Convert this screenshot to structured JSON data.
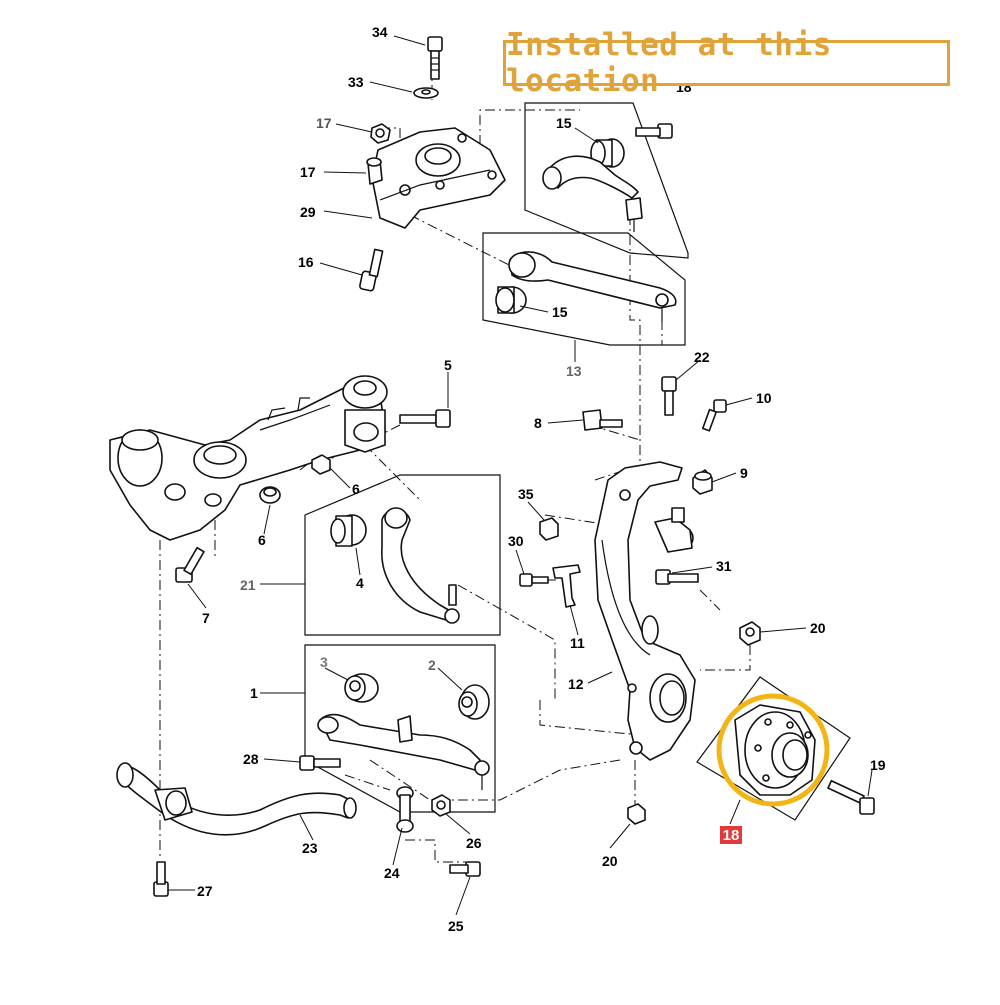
{
  "callout": {
    "text": "Installed at this location"
  },
  "highlight": {
    "part_number": "18",
    "ring_color": "#f2b515",
    "badge_color": "#e23a3a"
  },
  "labels": {
    "l34": "34",
    "l33": "33",
    "l17a": "17",
    "l17b": "17",
    "l29": "29",
    "l16": "16",
    "l15a": "15",
    "l15b": "15",
    "l13": "13",
    "l18top": "18",
    "l5": "5",
    "l6a": "6",
    "l6b": "6",
    "l7": "7",
    "l21": "21",
    "l4": "4",
    "l3": "3",
    "l2": "2",
    "l1": "1",
    "l28": "28",
    "l23": "23",
    "l24": "24",
    "l26": "26",
    "l27": "27",
    "l25": "25",
    "l22": "22",
    "l10": "10",
    "l8": "8",
    "l9": "9",
    "l35": "35",
    "l30": "30",
    "l31": "31",
    "l11": "11",
    "l12": "12",
    "l20a": "20",
    "l20b": "20",
    "l19": "19"
  }
}
